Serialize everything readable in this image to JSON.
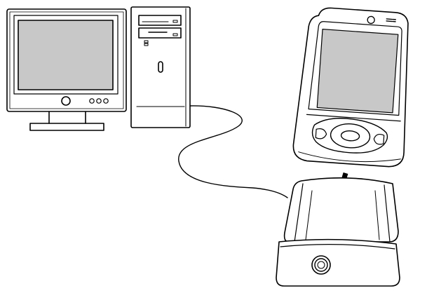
{
  "diagram": {
    "style": "black line art on white",
    "colors": {
      "stroke": "#000000",
      "background": "#ffffff",
      "screen_fill": "#c8c8c8",
      "body_fill": "#ffffff"
    },
    "components": [
      {
        "id": "monitor",
        "icon": "monitor-icon"
      },
      {
        "id": "computer-tower",
        "icon": "tower-pc-icon"
      },
      {
        "id": "handheld-pda",
        "icon": "pda-icon"
      },
      {
        "id": "sync-cradle",
        "icon": "cradle-icon"
      },
      {
        "id": "usb-cable",
        "icon": "cable-icon"
      },
      {
        "id": "insert-arrow",
        "icon": "arrow-down-icon"
      }
    ],
    "connections": [
      {
        "from": "computer-tower",
        "to": "sync-cradle",
        "via": "usb-cable"
      }
    ],
    "action": {
      "subject": "handheld-pda",
      "target": "sync-cradle",
      "direction": "down"
    }
  }
}
